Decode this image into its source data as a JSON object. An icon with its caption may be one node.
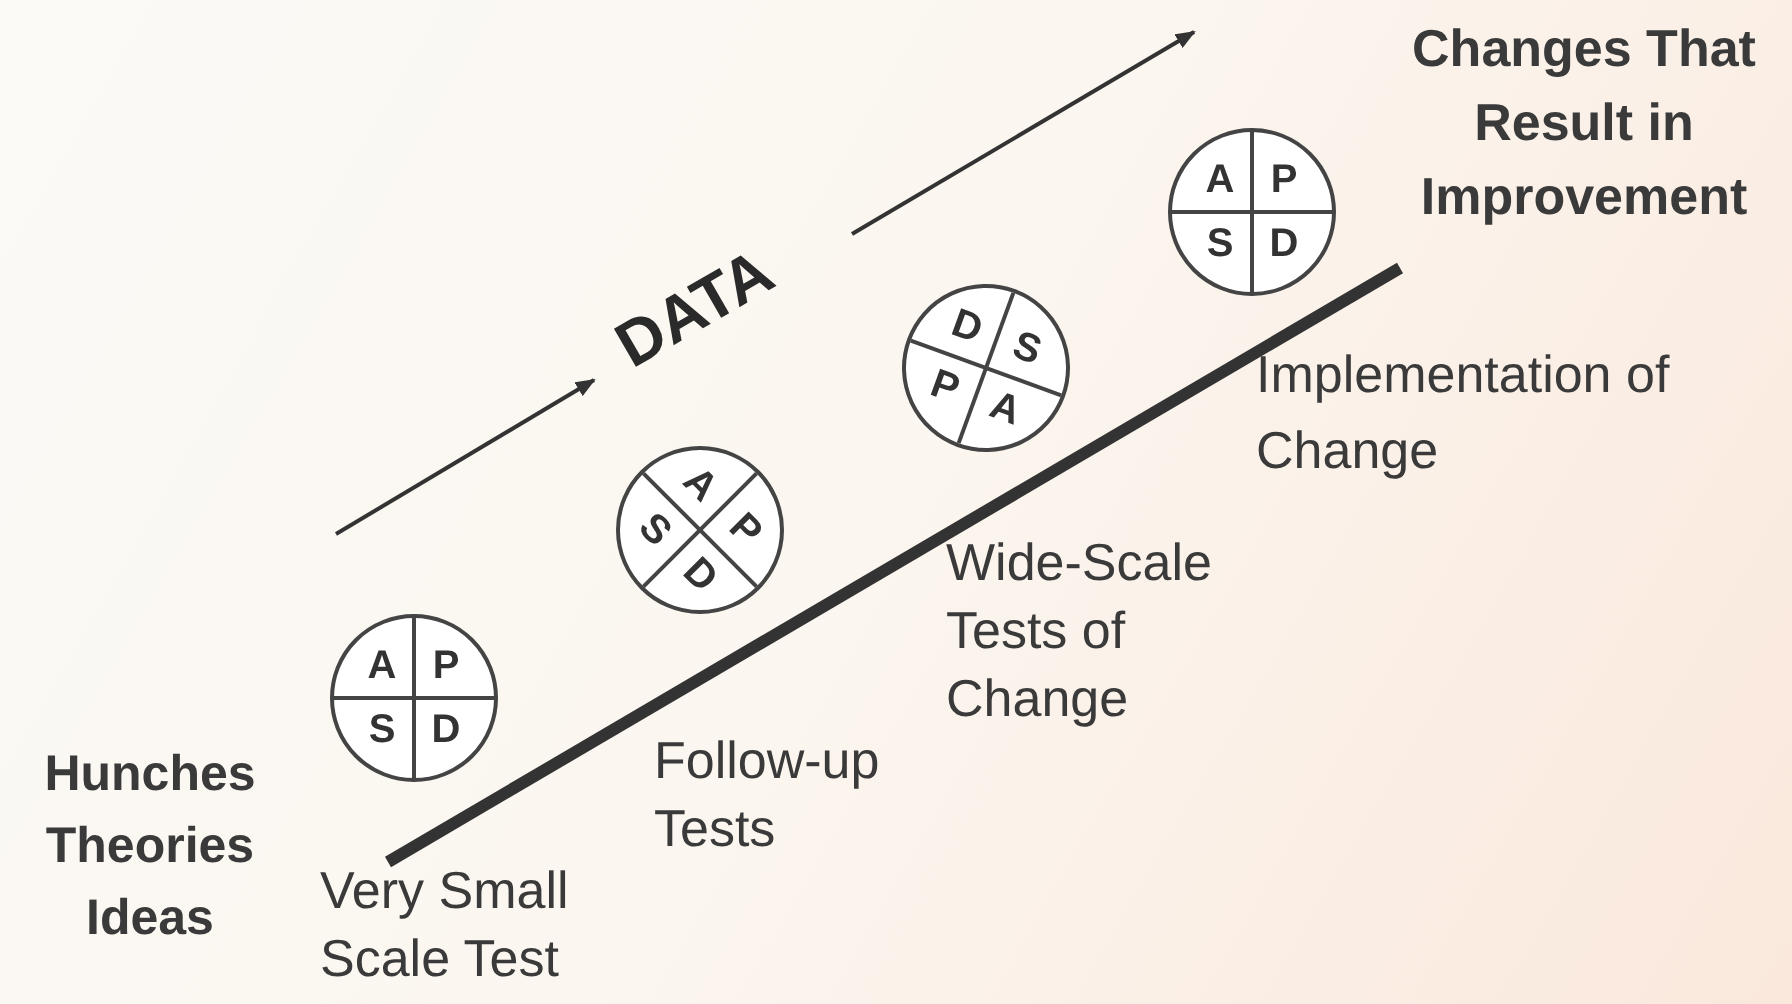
{
  "diagram": {
    "nodes": [
      {
        "text": [
          "A",
          "P",
          "S",
          "D"
        ]
      },
      {
        "text": [
          "A",
          "P",
          "S",
          "D"
        ]
      },
      {
        "text": [
          "D",
          "S",
          "P",
          "A"
        ]
      },
      {
        "text": [
          "A",
          "P",
          "S",
          "D"
        ]
      }
    ],
    "labels": [
      "Changes That Result in Improvement",
      "DATA",
      "Implementation of Change",
      "Wide-Scale Tests of Change",
      "Follow-up Tests",
      "Hunches Theories Ideas",
      "Very Small Scale Test"
    ]
  }
}
